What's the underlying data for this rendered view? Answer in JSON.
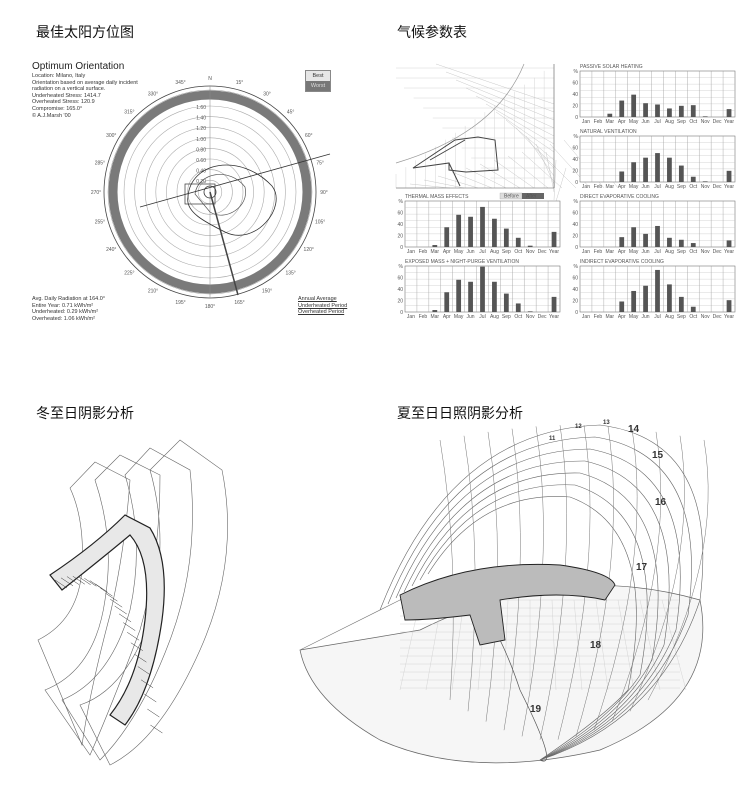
{
  "captions": {
    "sun_position": "最佳太阳方位图",
    "climate": "气候参数表",
    "winter_shadow": "冬至日阴影分析",
    "summer_shadow": "夏至日日照阴影分析"
  },
  "orientation": {
    "title": "Optimum Orientation",
    "info": [
      "Location: Milano, Italy",
      "Orientation based on average daily incident",
      "radiation on a vertical surface.",
      "Underheated Stress: 1414.7",
      "Overheated Stress: 120.9",
      "Compromise: 165.0°",
      "© A.J.Marsh '00"
    ],
    "legend": [
      "Best",
      "Worst"
    ],
    "rings": [
      "1.60",
      "1.40",
      "1.20",
      "1.00",
      "0.80",
      "0.60",
      "0.40",
      "0.20"
    ],
    "compass": [
      "N",
      "15°",
      "30°",
      "45°",
      "60°",
      "75°",
      "90°",
      "105°",
      "120°",
      "135°",
      "150°",
      "165°",
      "180°",
      "195°",
      "210°",
      "225°",
      "240°",
      "255°",
      "270°",
      "285°",
      "300°",
      "315°",
      "330°",
      "345°"
    ],
    "footer": [
      "Avg. Daily Radiation at 164.0°",
      "Entire Year: 0.71 kWh/m²",
      "Underheated: 0.29 kWh/m²",
      "Overheated: 1.06 kWh/m²"
    ],
    "periods": [
      "Annual Average",
      "Underheated Period",
      "Overheated Period"
    ],
    "colors": {
      "ring": "#7a7a7a",
      "line": "#333333"
    }
  },
  "chart_data": [
    {
      "type": "bar",
      "title": "PASSIVE SOLAR HEATING",
      "categories": [
        "Jan",
        "Feb",
        "Mar",
        "Apr",
        "May",
        "Jun",
        "Jul",
        "Aug",
        "Sep",
        "Oct",
        "Nov",
        "Dec",
        "Year"
      ],
      "values": [
        0,
        0,
        5,
        25,
        34,
        21,
        19,
        13,
        17,
        18,
        1,
        0,
        12
      ],
      "ylim": [
        0,
        70
      ],
      "yticks": [
        "%",
        "60",
        "40",
        "20",
        "0"
      ]
    },
    {
      "type": "bar",
      "title": "NATURAL VENTILATION",
      "categories": [
        "Jan",
        "Feb",
        "Mar",
        "Apr",
        "May",
        "Jun",
        "Jul",
        "Aug",
        "Sep",
        "Oct",
        "Nov",
        "Dec",
        "Year"
      ],
      "values": [
        0,
        0,
        0,
        16,
        30,
        37,
        44,
        37,
        25,
        8,
        1,
        0,
        17
      ],
      "ylim": [
        0,
        70
      ],
      "yticks": [
        "%",
        "60",
        "40",
        "20",
        "0"
      ]
    },
    {
      "type": "bar",
      "title": "THERMAL MASS EFFECTS",
      "legend": [
        "Before",
        "After"
      ],
      "categories": [
        "Jan",
        "Feb",
        "Mar",
        "Apr",
        "May",
        "Jun",
        "Jul",
        "Aug",
        "Sep",
        "Oct",
        "Nov",
        "Dec",
        "Year"
      ],
      "values": [
        0,
        0,
        3,
        30,
        49,
        46,
        61,
        43,
        28,
        14,
        2,
        0,
        23
      ],
      "ylim": [
        0,
        70
      ],
      "yticks": [
        "%",
        "60",
        "40",
        "20",
        "0"
      ]
    },
    {
      "type": "bar",
      "title": "DIRECT EVAPORATIVE COOLING",
      "categories": [
        "Jan",
        "Feb",
        "Mar",
        "Apr",
        "May",
        "Jun",
        "Jul",
        "Aug",
        "Sep",
        "Oct",
        "Nov",
        "Dec",
        "Year"
      ],
      "values": [
        0,
        0,
        0,
        15,
        30,
        20,
        32,
        14,
        11,
        6,
        0,
        0,
        10
      ],
      "ylim": [
        0,
        70
      ],
      "yticks": [
        "%",
        "60",
        "40",
        "20",
        "0"
      ]
    },
    {
      "type": "bar",
      "title": "EXPOSED MASS + NIGHT-PURGE VENTILATION",
      "categories": [
        "Jan",
        "Feb",
        "Mar",
        "Apr",
        "May",
        "Jun",
        "Jul",
        "Aug",
        "Sep",
        "Oct",
        "Nov",
        "Dec",
        "Year"
      ],
      "values": [
        0,
        0,
        3,
        30,
        49,
        46,
        69,
        46,
        28,
        13,
        1,
        0,
        23
      ],
      "ylim": [
        0,
        70
      ],
      "yticks": [
        "%",
        "60",
        "40",
        "20",
        "0"
      ]
    },
    {
      "type": "bar",
      "title": "INDIRECT EVAPORATIVE COOLING",
      "categories": [
        "Jan",
        "Feb",
        "Mar",
        "Apr",
        "May",
        "Jun",
        "Jul",
        "Aug",
        "Sep",
        "Oct",
        "Nov",
        "Dec",
        "Year"
      ],
      "values": [
        0,
        0,
        0,
        16,
        32,
        40,
        64,
        42,
        23,
        8,
        0,
        0,
        18
      ],
      "ylim": [
        0,
        70
      ],
      "yticks": [
        "%",
        "60",
        "40",
        "20",
        "0"
      ]
    }
  ],
  "summer_hours": [
    "11",
    "12",
    "13",
    "14",
    "15",
    "16",
    "17",
    "18",
    "19"
  ],
  "colors": {
    "bar": "#555555",
    "grid": "#bbbbbb"
  }
}
